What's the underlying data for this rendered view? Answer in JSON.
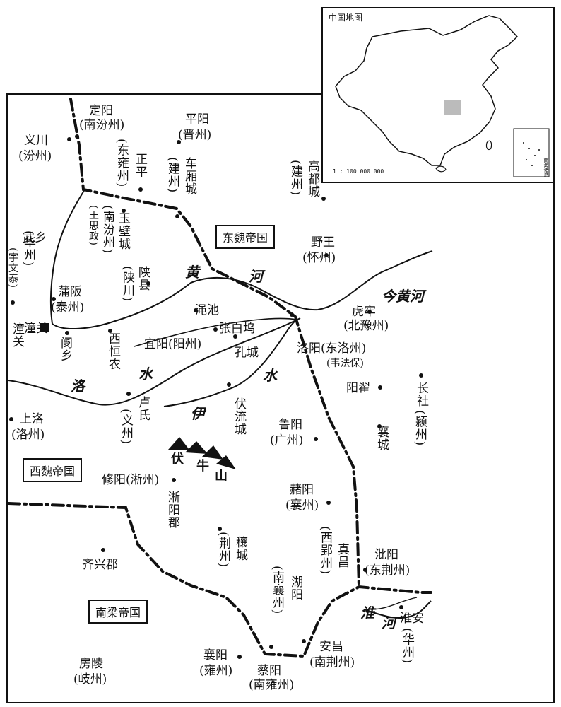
{
  "map": {
    "empires": {
      "east_wei": "东魏帝国",
      "west_wei": "西魏帝国",
      "south_liang": "南梁帝国"
    },
    "rivers": {
      "huang_1": "黄",
      "huang_2": "河",
      "jin_huang": "今黄河",
      "luo_1": "洛",
      "luo_2": "水",
      "yi_1": "伊",
      "yi_2": "水",
      "huai_1": "淮",
      "huai_2": "河"
    },
    "mountains": {
      "fu_1": "伏",
      "fu_2": "牛",
      "fu_3": "山"
    },
    "places": {
      "dingyang": "定阳",
      "dingyang_sub": "(南汾州)",
      "pingyang": "平阳",
      "pingyang_sub": "(晋州)",
      "yichuan": "义川",
      "yichuan_sub": "(汾州)",
      "dongyong": "(东雍州)",
      "zhengping": "正平",
      "chexiang": "车厢城",
      "chexiang_sub": "(建州)",
      "gaodu": "高都城",
      "gaodu_sub": "(建州)",
      "wangsizheng": "(王思政)",
      "nanfen": "(南汾州)",
      "yubi": "玉壁城",
      "wuxiang": "武乡",
      "wuxiang_sub": "(华州)",
      "yuwentai": "(宇文泰)",
      "yewang": "野王",
      "yewang_sub": "(怀州)",
      "shanchuan": "(陕川)",
      "shanxian": "陕县",
      "pufan": "蒲阪",
      "pufan_sub": "(泰州)",
      "mianchi": "渑池",
      "hulao": "虎牢",
      "hulao_sub": "(北豫州)",
      "tongguan": "潼关",
      "wenxiang": "阌乡",
      "xiheng": "西恒农",
      "zhangbaiwu": "张白坞",
      "yiyang": "宜阳(阳州)",
      "luoyang": "洛阳(东洛州)",
      "weifabao": "(韦法保)",
      "kongcheng": "孔城",
      "yangdi": "阳翟",
      "changshe": "长社",
      "changshe_sub": "(颍州)",
      "lushi": "卢氏",
      "lushi_sub": "(义州)",
      "fuliu": "伏流城",
      "shangluo": "上洛",
      "shangluo_sub": "(洛州)",
      "luyang": "鲁阳",
      "luyang_sub": "(广州)",
      "xiangcheng": "襄城",
      "xiuyang": "修阳(淅州)",
      "xiyang": "淅阳郡",
      "heyang": "赭阳",
      "heyang_sub": "(襄州)",
      "rangcheng": "穰城",
      "rang_sub": "(荆州)",
      "xiying": "(西郢州)",
      "zhenchang": "真昌",
      "biyang": "沘阳",
      "biyang_sub": "(东荆州)",
      "qixing": "齐兴郡",
      "nanxiang": "(南襄州)",
      "huyang": "湖阳",
      "huaian": "淮安",
      "huaian_sub": "(华州)",
      "fangling": "房陵",
      "fangling_sub": "(岐州)",
      "xiangyang": "襄阳",
      "xiangyang_sub": "(雍州)",
      "anchang": "安昌",
      "anchang_sub": "(南荆州)",
      "caiyang": "蔡阳",
      "caiyang_sub": "(南雍州)"
    }
  },
  "inset": {
    "title": "中国地图",
    "scale": "1 : 100 000 000",
    "nanhai": "南海诸岛"
  }
}
